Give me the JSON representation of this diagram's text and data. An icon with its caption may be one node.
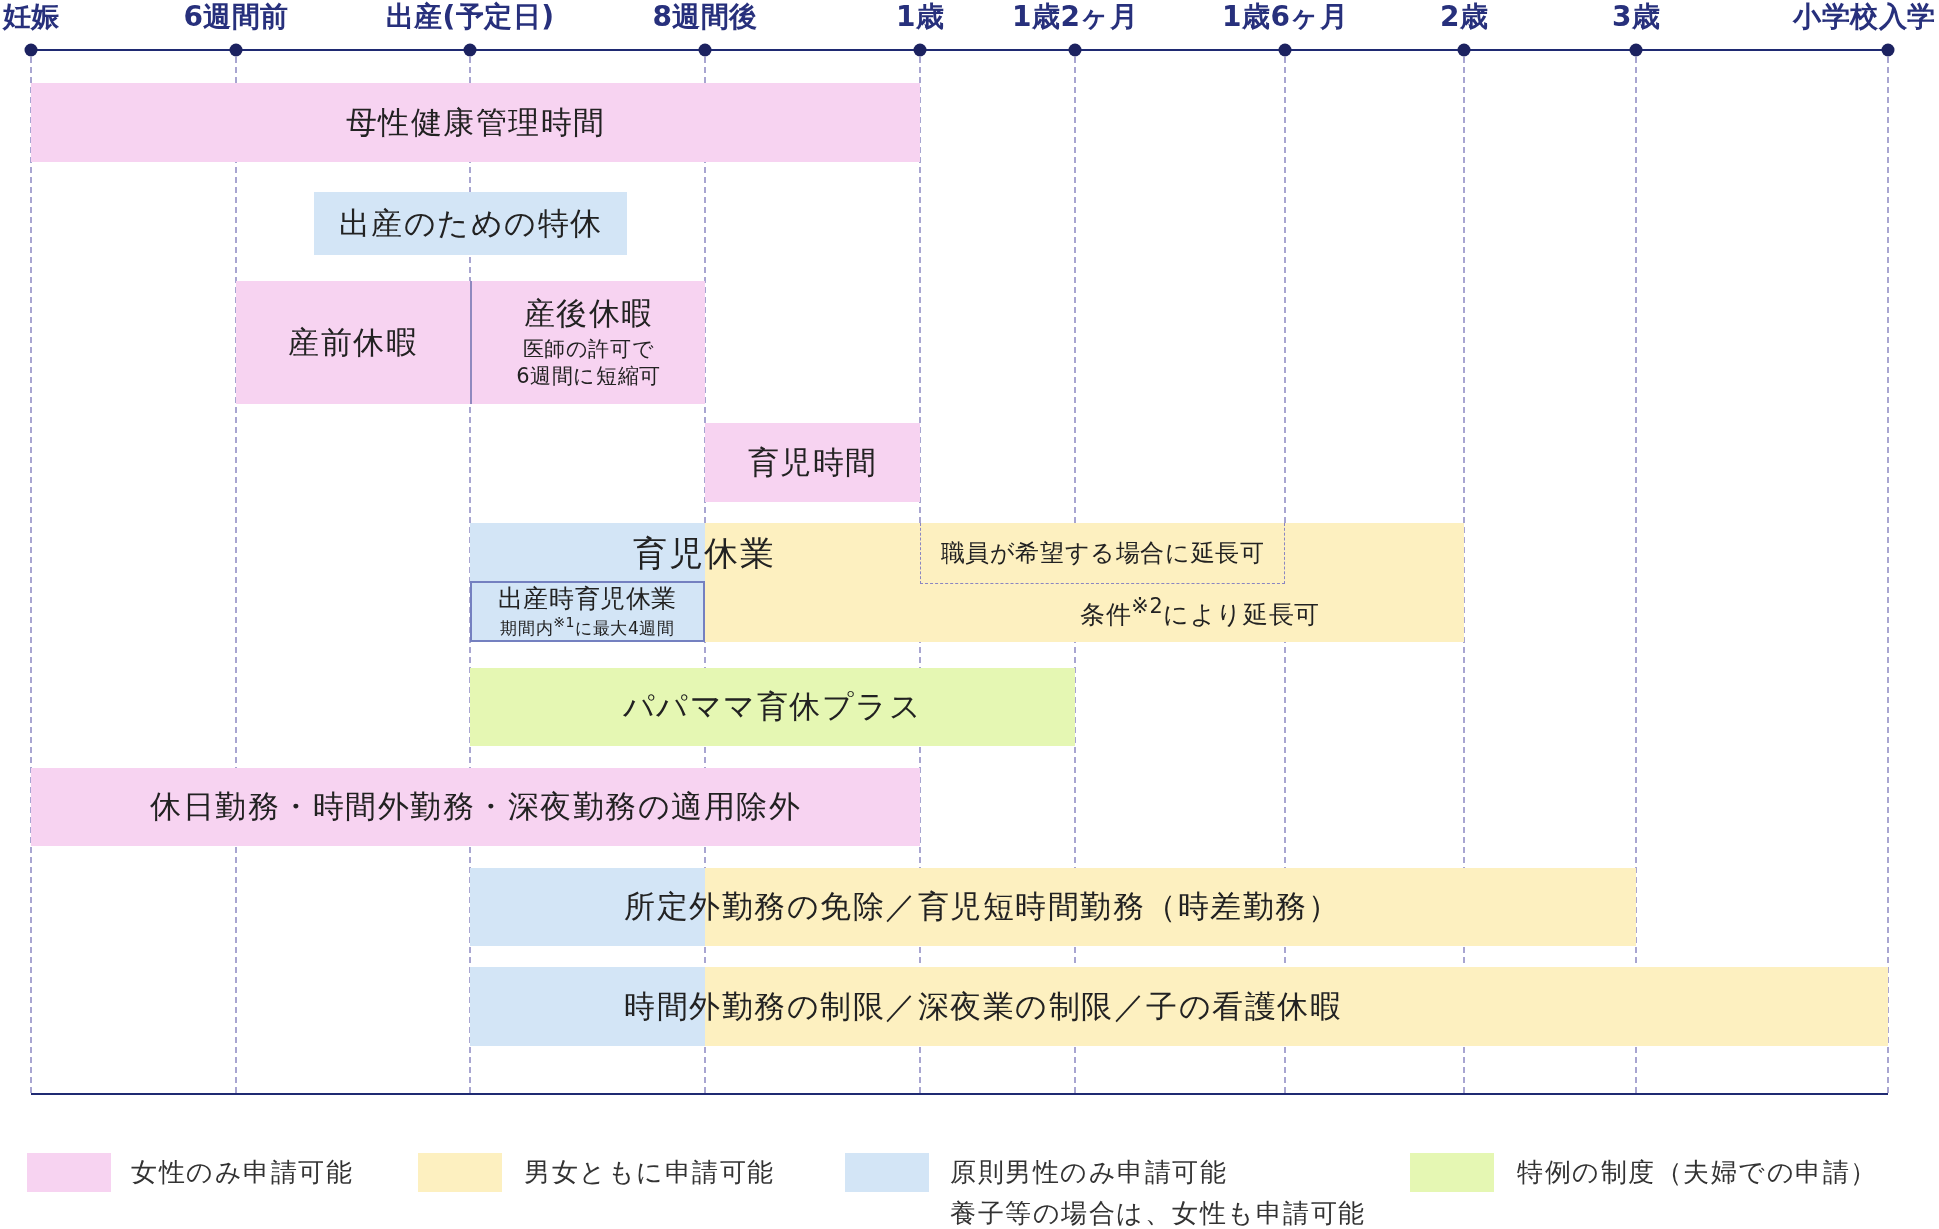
{
  "diagram": {
    "nodes": [
      {
        "text": [
          "母性健康管理時間"
        ]
      },
      {
        "text": [
          "出産のための特休"
        ]
      },
      {
        "text": [
          "産前休暇"
        ]
      },
      {
        "text": [
          "産後休暇",
          "医師の許可で6週間に短縮可"
        ]
      },
      {
        "text": [
          "育児時間"
        ]
      },
      {
        "text": [
          "育児休業",
          "条件$^{※2}$により延長可"
        ]
      },
      {
        "text": [
          "出産時育児休業",
          "期間内$^{※1}$に最大4週間"
        ],
        "in": 5
      },
      {
        "text": [
          "職員が希望する場合に延長可"
        ],
        "in": 5
      },
      {
        "text": [
          "パパママ育休プラス"
        ]
      },
      {
        "text": [
          "休日勤務・時間外勤務・深夜勤務の適用除外"
        ]
      },
      {
        "text": [
          "所定外勤務の免除／育児短時間勤務（時差勤務）"
        ]
      },
      {
        "text": [
          "時間外勤務の制限／深夜業の制限／子の看護休暇"
        ]
      }
    ],
    "labels": [
      "妊娠",
      "6週間前",
      "出産(予定日)",
      "8週間後",
      "1歳",
      "1歳2ヶ月",
      "1歳6ヶ月",
      "2歳",
      "3歳",
      "小学校入学",
      "養子等の場合は、女性も申請可能"
    ],
    "legend": [
      {
        "text": "女性のみ申請可能",
        "color": "#f7d3f1"
      },
      {
        "text": "男女ともに申請可能",
        "color": "#fdf0c0"
      },
      {
        "text": "原則男性のみ申請可能",
        "color": "#d3e5f6"
      },
      {
        "text": "特例の制度（夫婦での申請）",
        "color": "#e5f7b3"
      }
    ]
  }
}
